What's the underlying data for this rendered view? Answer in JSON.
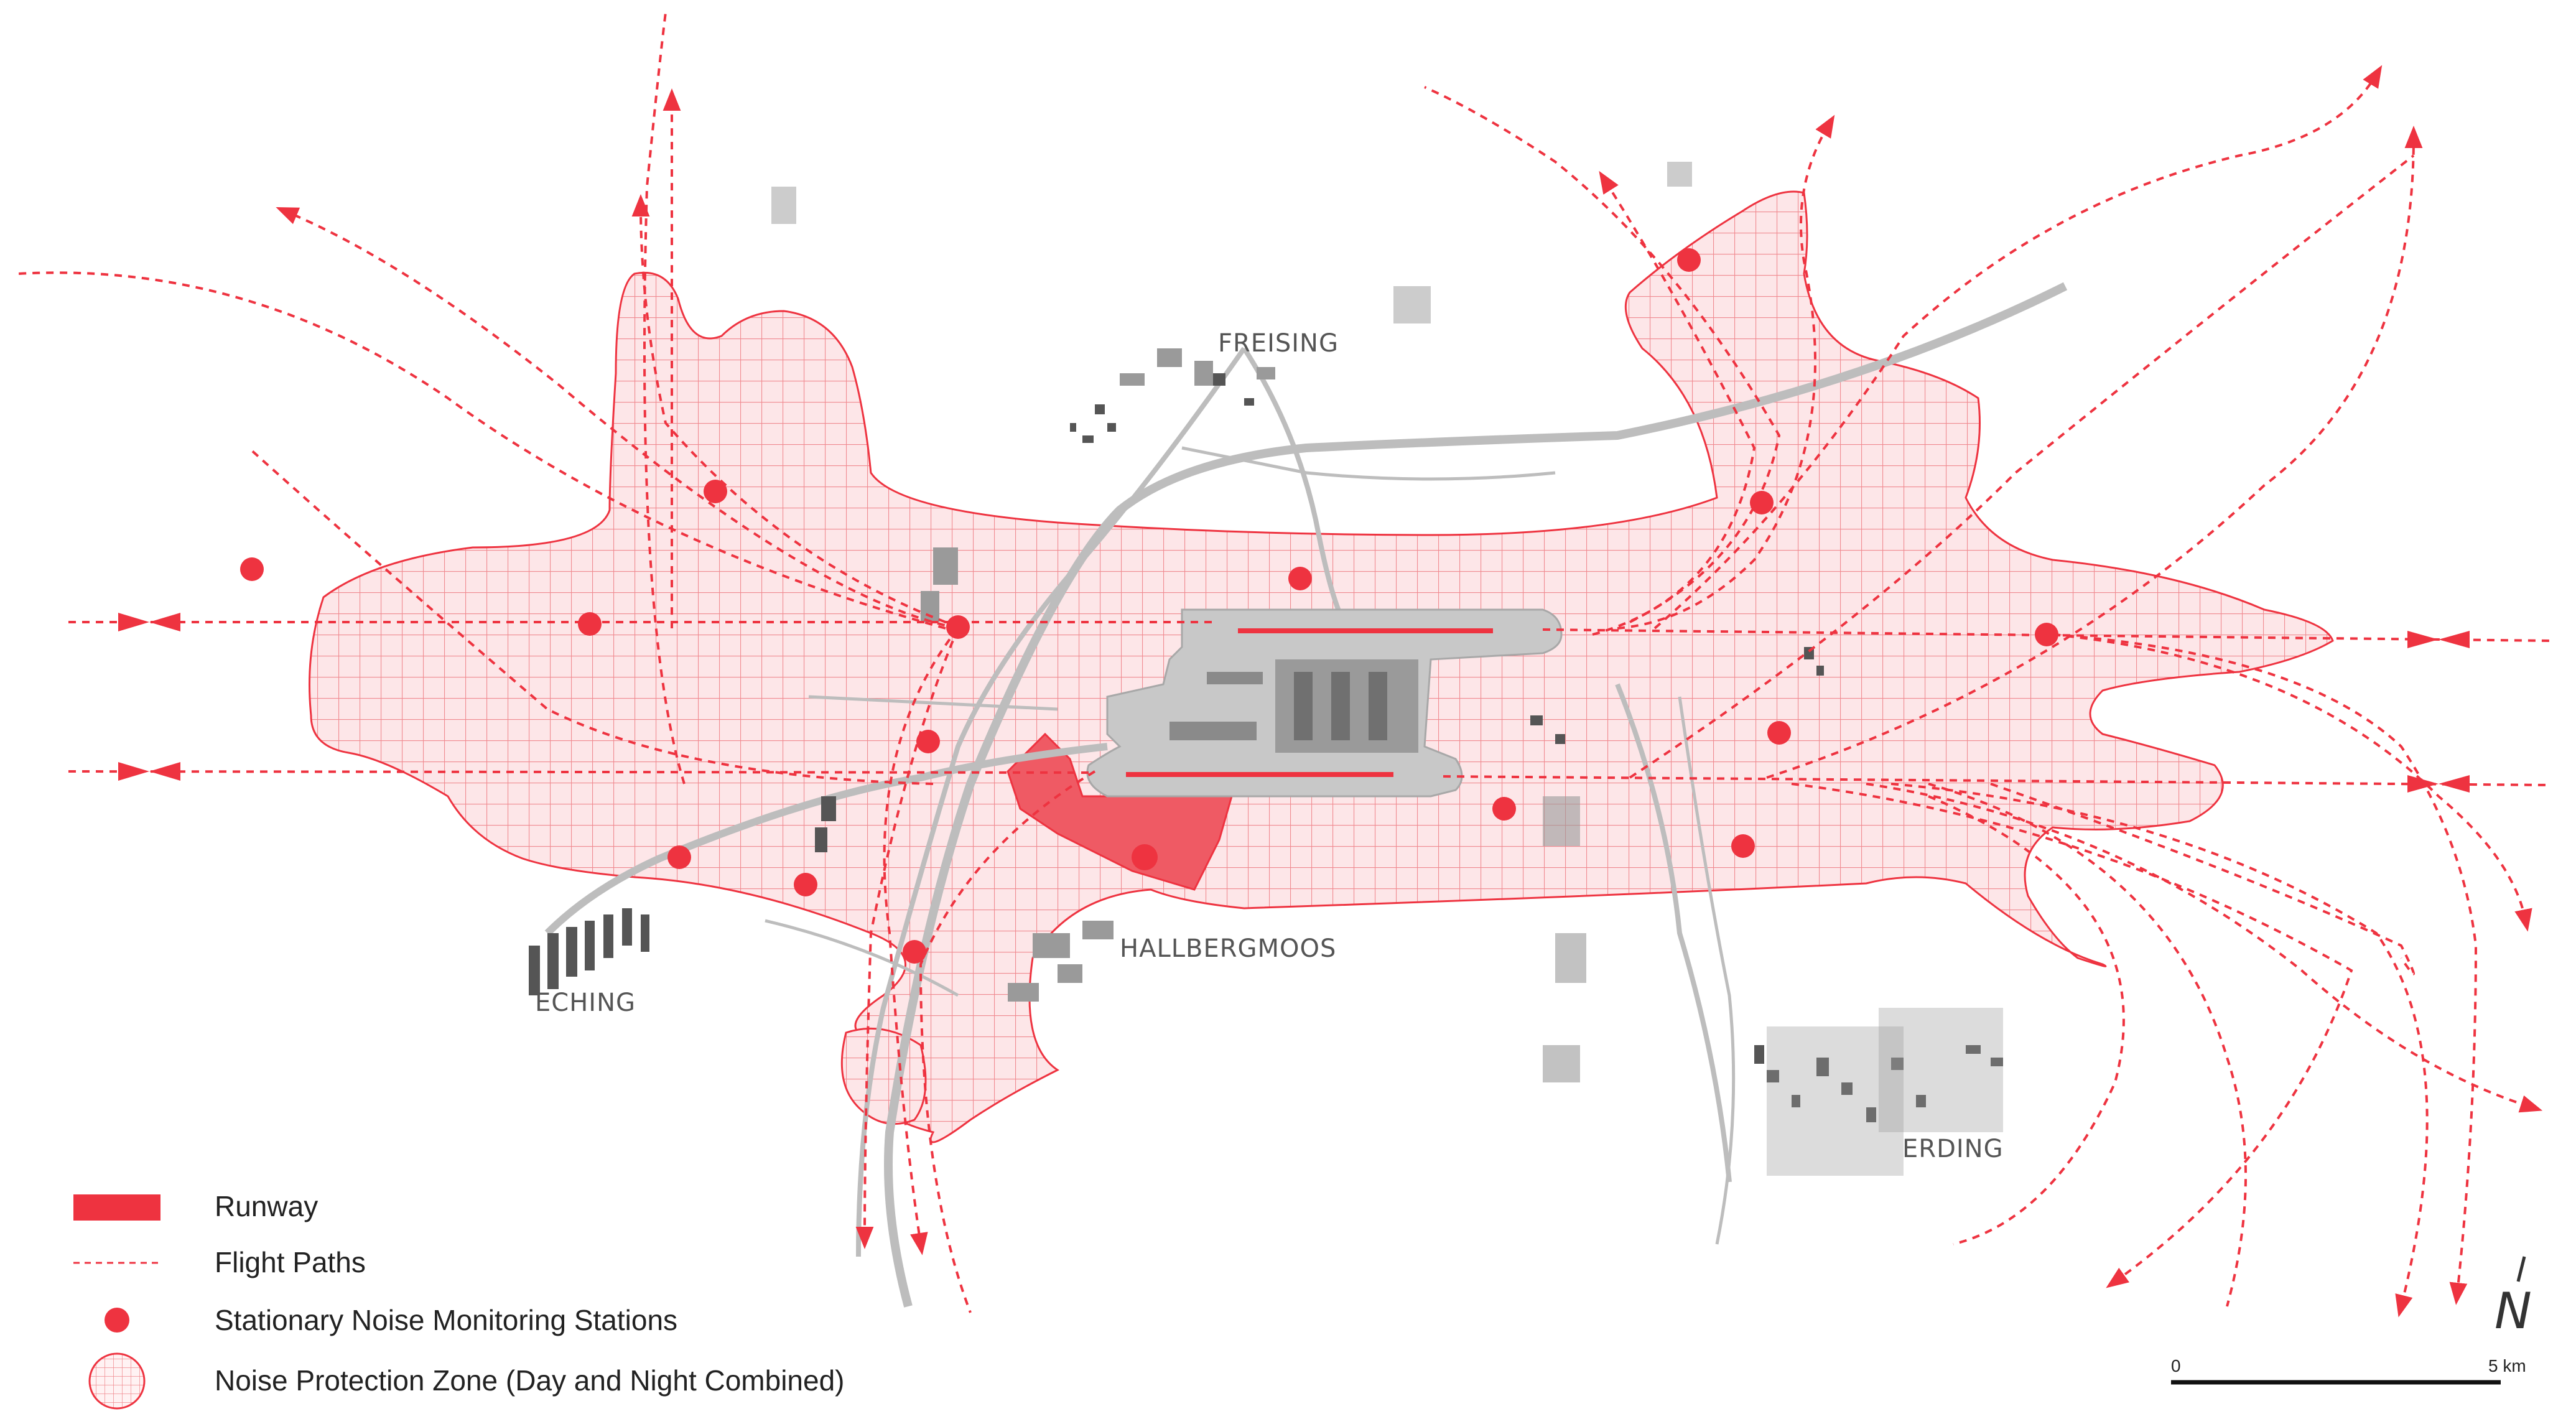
{
  "colors": {
    "accent": "#ee3340",
    "zone_grid": "#f08a90",
    "zone_fill": "#fde6e8",
    "runway_area": "#ef5a64",
    "terminal": "#c2c2c2",
    "road": "#bdbdbd",
    "settlement": "#555555",
    "text": "#222222"
  },
  "towns": [
    {
      "id": "freising",
      "label": "FREISING"
    },
    {
      "id": "hallbergmoos",
      "label": "HALLBERGMOOS"
    },
    {
      "id": "eching",
      "label": "ECHING"
    },
    {
      "id": "erding",
      "label": "ERDING"
    }
  ],
  "legend": {
    "runway": {
      "label": "Runway",
      "icon": "runway-swatch"
    },
    "flight_paths": {
      "label": "Flight Paths",
      "icon": "dashed-line"
    },
    "stations": {
      "label": "Stationary Noise Monitoring Stations",
      "icon": "red-dot"
    },
    "zone": {
      "label": "Noise Protection Zone (Day and Night Combined)",
      "icon": "grid-circle"
    }
  },
  "scale": {
    "start": "0",
    "end": "5 km"
  },
  "north": {
    "label": "N"
  }
}
